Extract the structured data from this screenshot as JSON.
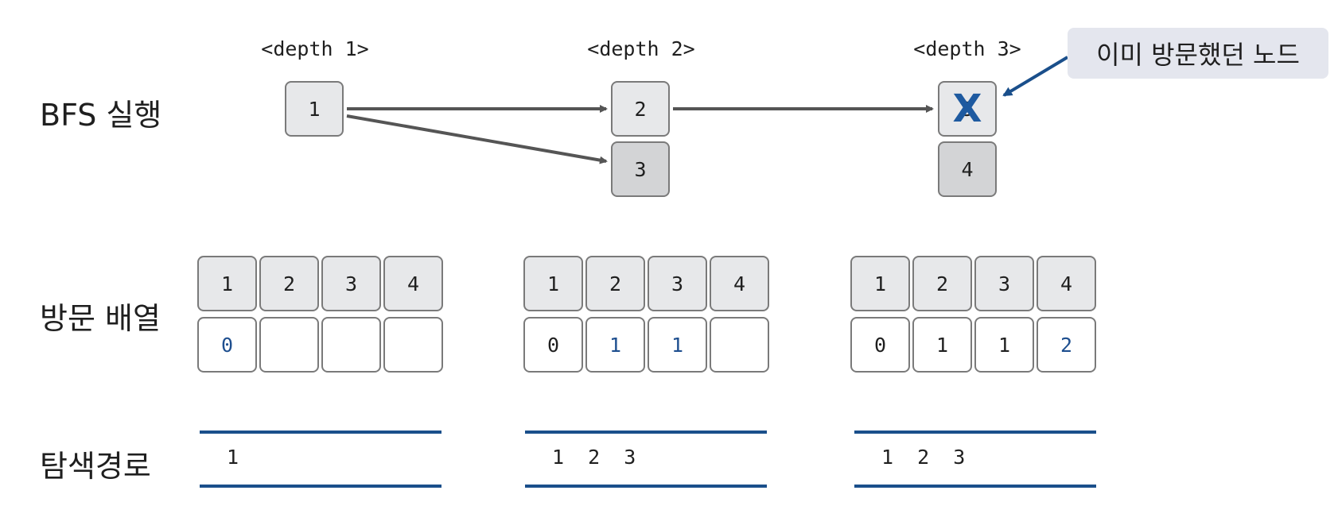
{
  "row_labels": {
    "bfs": "BFS 실행",
    "visited": "방문 배열",
    "path": "탐색경로"
  },
  "depths": [
    "<depth 1>",
    "<depth 2>",
    "<depth 3>"
  ],
  "nodes": {
    "d1_top": "1",
    "d2_top": "2",
    "d2_bottom": "3",
    "d3_top": "3",
    "d3_top_mark": "X",
    "d3_bottom": "4"
  },
  "callout": "이미 방문했던 노드",
  "visited_arrays": [
    {
      "headers": [
        "1",
        "2",
        "3",
        "4"
      ],
      "values": [
        "0",
        "",
        "",
        ""
      ],
      "highlighted": [
        true,
        false,
        false,
        false
      ]
    },
    {
      "headers": [
        "1",
        "2",
        "3",
        "4"
      ],
      "values": [
        "0",
        "1",
        "1",
        ""
      ],
      "highlighted": [
        false,
        true,
        true,
        false
      ]
    },
    {
      "headers": [
        "1",
        "2",
        "3",
        "4"
      ],
      "values": [
        "0",
        "1",
        "1",
        "2"
      ],
      "highlighted": [
        false,
        false,
        false,
        true
      ]
    }
  ],
  "paths": [
    "1",
    "1  2  3",
    "1  2  3"
  ],
  "colors": {
    "accent_blue": "#1a4f8b",
    "highlight_text": "#1e4f8f",
    "node_light": "#e7e8ea",
    "node_dark": "#d3d4d6",
    "arrow_gray": "#555555",
    "callout_bg": "#e4e6ee"
  }
}
